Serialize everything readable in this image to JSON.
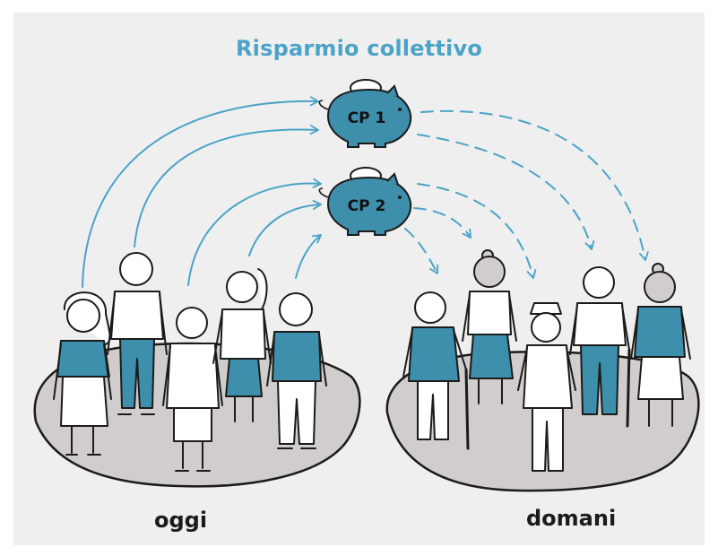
{
  "title": "Risparmio collettivo",
  "banks": [
    {
      "label": "CP 1"
    },
    {
      "label": "CP 2"
    }
  ],
  "groups": {
    "today": "oggi",
    "tomorrow": "domani"
  },
  "colors": {
    "accent": "#4ba3c7",
    "bank_fill": "#3d8fab",
    "clothes_blue": "#3d8fab",
    "ground": "#d1cdcc",
    "background": "#efefef",
    "ink": "#1b1b1b"
  }
}
